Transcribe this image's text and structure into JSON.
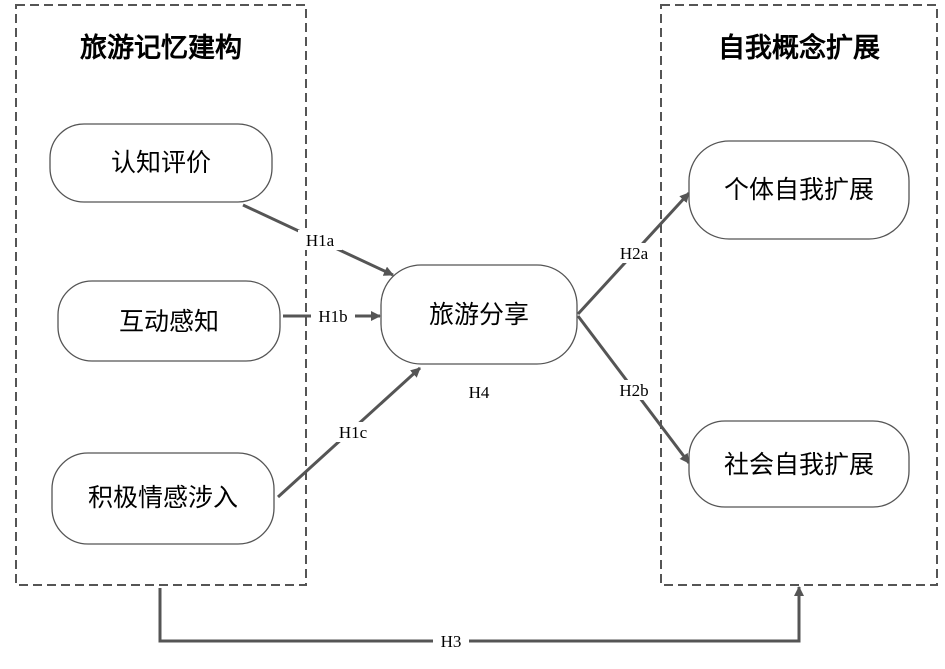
{
  "groups": {
    "left_title": "旅游记忆建构",
    "right_title": "自我概念扩展"
  },
  "nodes": {
    "cognitive": "认知评价",
    "interaction": "互动感知",
    "emotion": "积极情感涉入",
    "sharing": "旅游分享",
    "individual": "个体自我扩展",
    "social": "社会自我扩展"
  },
  "hypotheses": {
    "h1a": "H1a",
    "h1b": "H1b",
    "h1c": "H1c",
    "h2a": "H2a",
    "h2b": "H2b",
    "h3": "H3",
    "h4": "H4"
  },
  "colors": {
    "stroke": "#555555",
    "text": "#000000",
    "background": "#ffffff"
  }
}
